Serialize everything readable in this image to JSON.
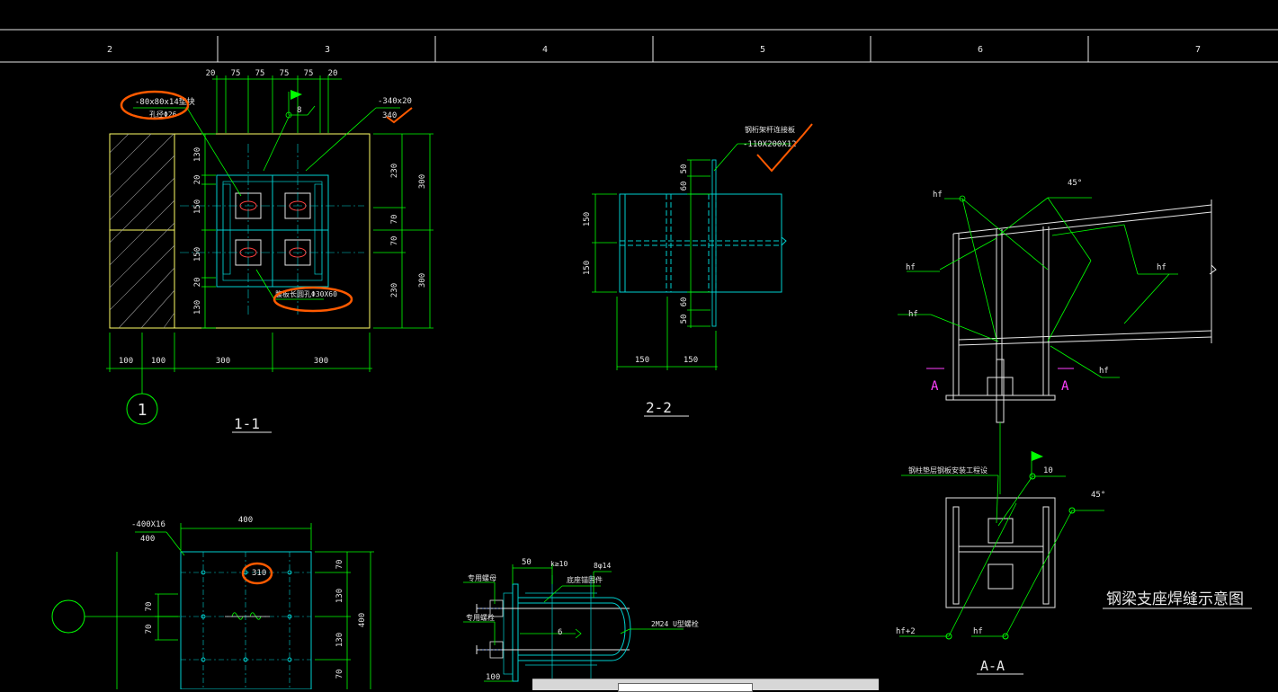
{
  "grid_labels": [
    "2",
    "3",
    "4",
    "5",
    "6",
    "7"
  ],
  "view_1_1": {
    "top_dims": [
      "20",
      "75",
      "75",
      "75",
      "75",
      "20"
    ],
    "bottom_dims": [
      "100",
      "100",
      "300",
      "300"
    ],
    "left_dims": [
      "130",
      "20",
      "150",
      "150",
      "20",
      "130"
    ],
    "right_inner_dims": [
      "230",
      "70",
      "70",
      "230"
    ],
    "right_outer_dims": [
      "300",
      "300"
    ],
    "note_plate": "-80x80x14垫块",
    "note_hole": "孔径Φ26",
    "note_plate2": "-340x20",
    "note_plate2_len": "340",
    "weld_size": "8",
    "note_slot": "腹板长圆孔Φ30X60",
    "axis_label": "1",
    "title": "1-1"
  },
  "view_2_2": {
    "note_line1": "钢桁架杆连接板",
    "note_line2": "-110X200X12",
    "top_dims": [
      "50",
      "60"
    ],
    "bottom_dims": [
      "60",
      "50"
    ],
    "left_dims": [
      "150",
      "150"
    ],
    "bottom_h_dims": [
      "150",
      "150"
    ],
    "title": "2-2"
  },
  "view_weld": {
    "angle1": "45°",
    "angle2": "45°",
    "hf_labels": [
      "hf",
      "hf",
      "hf",
      "hf",
      "hf"
    ],
    "section_mark_left": "A",
    "section_mark_right": "A",
    "note_plan": "钢柱垫层钢板安装工程设",
    "weld_10": "10",
    "hf_plus2": "hf+2",
    "hf_bottom": "hf",
    "title_main": "钢梁支座焊缝示意图",
    "title_aa": "A-A"
  },
  "view_plate": {
    "note_plate": "-400X16",
    "note_plate_len": "400",
    "top_dim": "400",
    "right_dim": "400",
    "left_dims": [
      "70",
      "70"
    ],
    "right_inner_dims": [
      "70",
      "130",
      "130",
      "70"
    ],
    "weld_mark": "310"
  },
  "view_bolt": {
    "label_nut1": "专用螺母",
    "label_nut2": "专用螺栓",
    "dim_50": "50",
    "dim_k": "k≥10",
    "label_base": "底座锚固件",
    "label_phi": "8φ14",
    "label_ubolt": "2M24 U型螺栓",
    "weld_6": "6",
    "dim_100": "100"
  }
}
